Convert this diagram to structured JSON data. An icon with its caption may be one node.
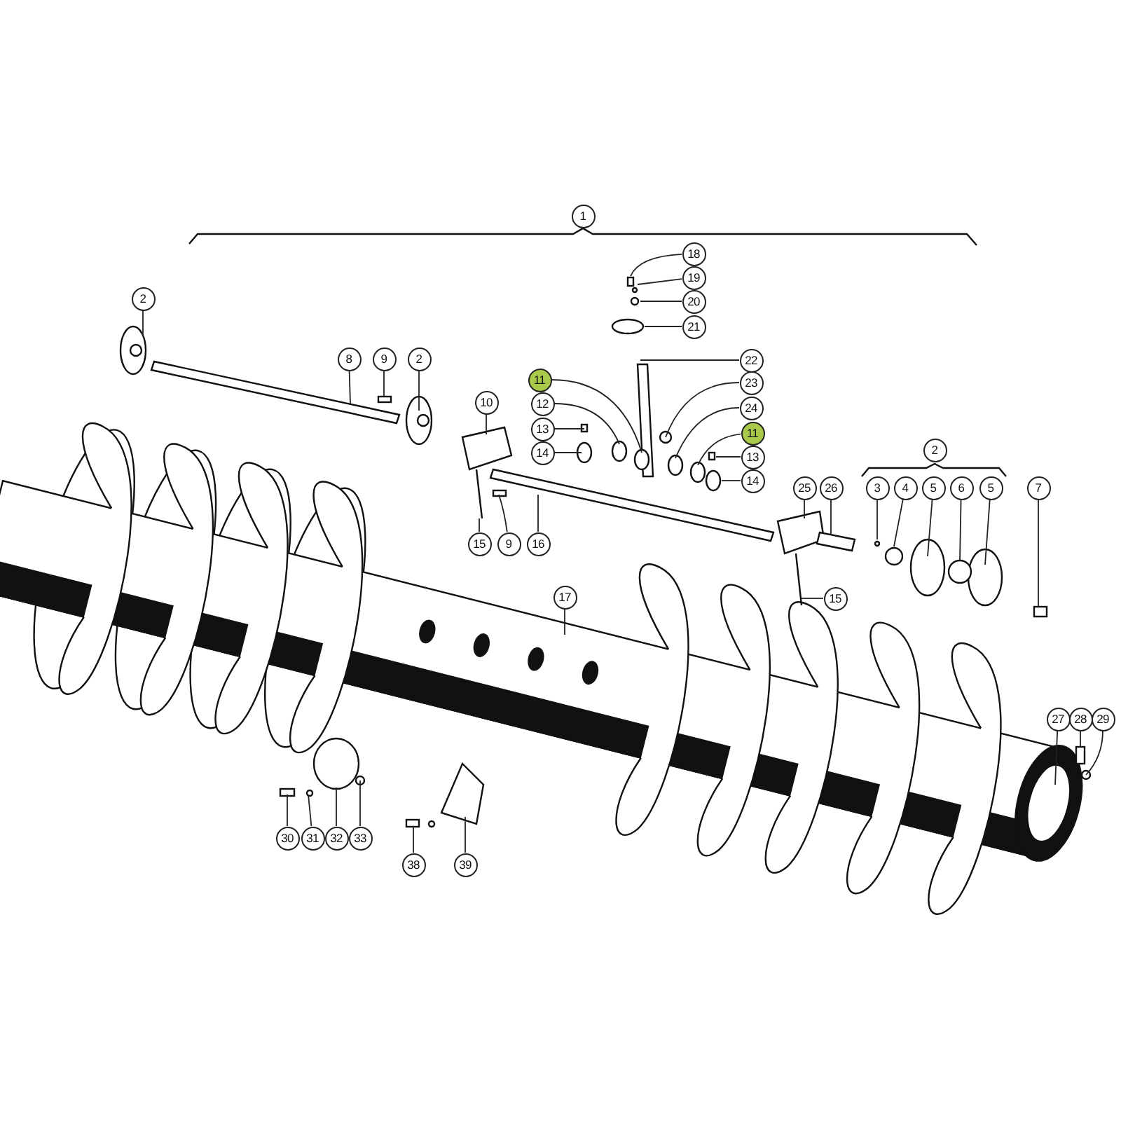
{
  "diagram": {
    "nodes": [
      {
        "text": [
          "1"
        ]
      },
      {
        "text": [
          "18"
        ]
      },
      {
        "text": [
          "19"
        ]
      },
      {
        "text": [
          "2"
        ]
      },
      {
        "text": [
          "20"
        ]
      },
      {
        "text": [
          "21"
        ]
      },
      {
        "text": [
          "8"
        ]
      },
      {
        "text": [
          "9"
        ]
      },
      {
        "text": [
          "2"
        ]
      },
      {
        "text": [
          "22"
        ]
      },
      {
        "text": [
          "11"
        ]
      },
      {
        "text": [
          "23"
        ]
      },
      {
        "text": [
          "10"
        ]
      },
      {
        "text": [
          "12"
        ]
      },
      {
        "text": [
          "24"
        ]
      },
      {
        "text": [
          "13"
        ]
      },
      {
        "text": [
          "11"
        ]
      },
      {
        "text": [
          "2"
        ]
      },
      {
        "text": [
          "14"
        ]
      },
      {
        "text": [
          "13"
        ]
      },
      {
        "text": [
          "14"
        ]
      },
      {
        "text": [
          "25"
        ]
      },
      {
        "text": [
          "26"
        ]
      },
      {
        "text": [
          "3"
        ]
      },
      {
        "text": [
          "4"
        ]
      },
      {
        "text": [
          "5"
        ]
      },
      {
        "text": [
          "6"
        ]
      },
      {
        "text": [
          "5"
        ]
      },
      {
        "text": [
          "7"
        ]
      },
      {
        "text": [
          "15"
        ]
      },
      {
        "text": [
          "9"
        ]
      },
      {
        "text": [
          "16"
        ]
      },
      {
        "text": [
          "17"
        ]
      },
      {
        "text": [
          "15"
        ]
      },
      {
        "text": [
          "27"
        ]
      },
      {
        "text": [
          "28"
        ]
      },
      {
        "text": [
          "29"
        ]
      },
      {
        "text": [
          "30"
        ]
      },
      {
        "text": [
          "31"
        ]
      },
      {
        "text": [
          "32"
        ]
      },
      {
        "text": [
          "33"
        ]
      },
      {
        "text": [
          "38"
        ]
      },
      {
        "text": [
          "39"
        ]
      }
    ],
    "edges": [
      {
        "from": 1,
        "to": null,
        "arrow": "none"
      },
      {
        "from": 2,
        "to": null,
        "arrow": "none"
      },
      {
        "from": 3,
        "to": null,
        "arrow": "none"
      },
      {
        "from": 4,
        "to": null,
        "arrow": "none"
      },
      {
        "from": 5,
        "to": null,
        "arrow": "none"
      },
      {
        "from": 6,
        "to": null,
        "arrow": "none"
      },
      {
        "from": 7,
        "to": null,
        "arrow": "none"
      },
      {
        "from": 8,
        "to": null,
        "arrow": "none"
      },
      {
        "from": 9,
        "to": null,
        "arrow": "none"
      },
      {
        "from": 10,
        "to": null,
        "arrow": "none"
      },
      {
        "from": 11,
        "to": null,
        "arrow": "none"
      },
      {
        "from": 12,
        "to": null,
        "arrow": "none"
      },
      {
        "from": 13,
        "to": null,
        "arrow": "none"
      },
      {
        "from": 14,
        "to": null,
        "arrow": "none"
      },
      {
        "from": 15,
        "to": null,
        "arrow": "none"
      },
      {
        "from": 16,
        "to": null,
        "arrow": "none"
      },
      {
        "from": 18,
        "to": null,
        "arrow": "none"
      },
      {
        "from": 19,
        "to": null,
        "arrow": "none"
      },
      {
        "from": 20,
        "to": null,
        "arrow": "none"
      },
      {
        "from": 21,
        "to": null,
        "arrow": "none"
      },
      {
        "from": 22,
        "to": null,
        "arrow": "none"
      },
      {
        "from": 23,
        "to": null,
        "arrow": "none"
      },
      {
        "from": 24,
        "to": null,
        "arrow": "none"
      },
      {
        "from": 25,
        "to": null,
        "arrow": "none"
      },
      {
        "from": 26,
        "to": null,
        "arrow": "none"
      },
      {
        "from": 27,
        "to": null,
        "arrow": "none"
      },
      {
        "from": 28,
        "to": null,
        "arrow": "none"
      },
      {
        "from": 29,
        "to": null,
        "arrow": "none"
      },
      {
        "from": 30,
        "to": null,
        "arrow": "none"
      },
      {
        "from": 31,
        "to": null,
        "arrow": "none"
      },
      {
        "from": 32,
        "to": null,
        "arrow": "none"
      },
      {
        "from": 33,
        "to": null,
        "arrow": "none"
      },
      {
        "from": 34,
        "to": null,
        "arrow": "none"
      },
      {
        "from": 35,
        "to": null,
        "arrow": "none"
      },
      {
        "from": 36,
        "to": null,
        "arrow": "none"
      },
      {
        "from": 37,
        "to": null,
        "arrow": "none"
      },
      {
        "from": 38,
        "to": null,
        "arrow": "none"
      },
      {
        "from": 39,
        "to": null,
        "arrow": "none"
      },
      {
        "from": 40,
        "to": null,
        "arrow": "none"
      },
      {
        "from": 41,
        "to": null,
        "arrow": "none"
      },
      {
        "from": 42,
        "to": null,
        "arrow": "none"
      }
    ]
  }
}
